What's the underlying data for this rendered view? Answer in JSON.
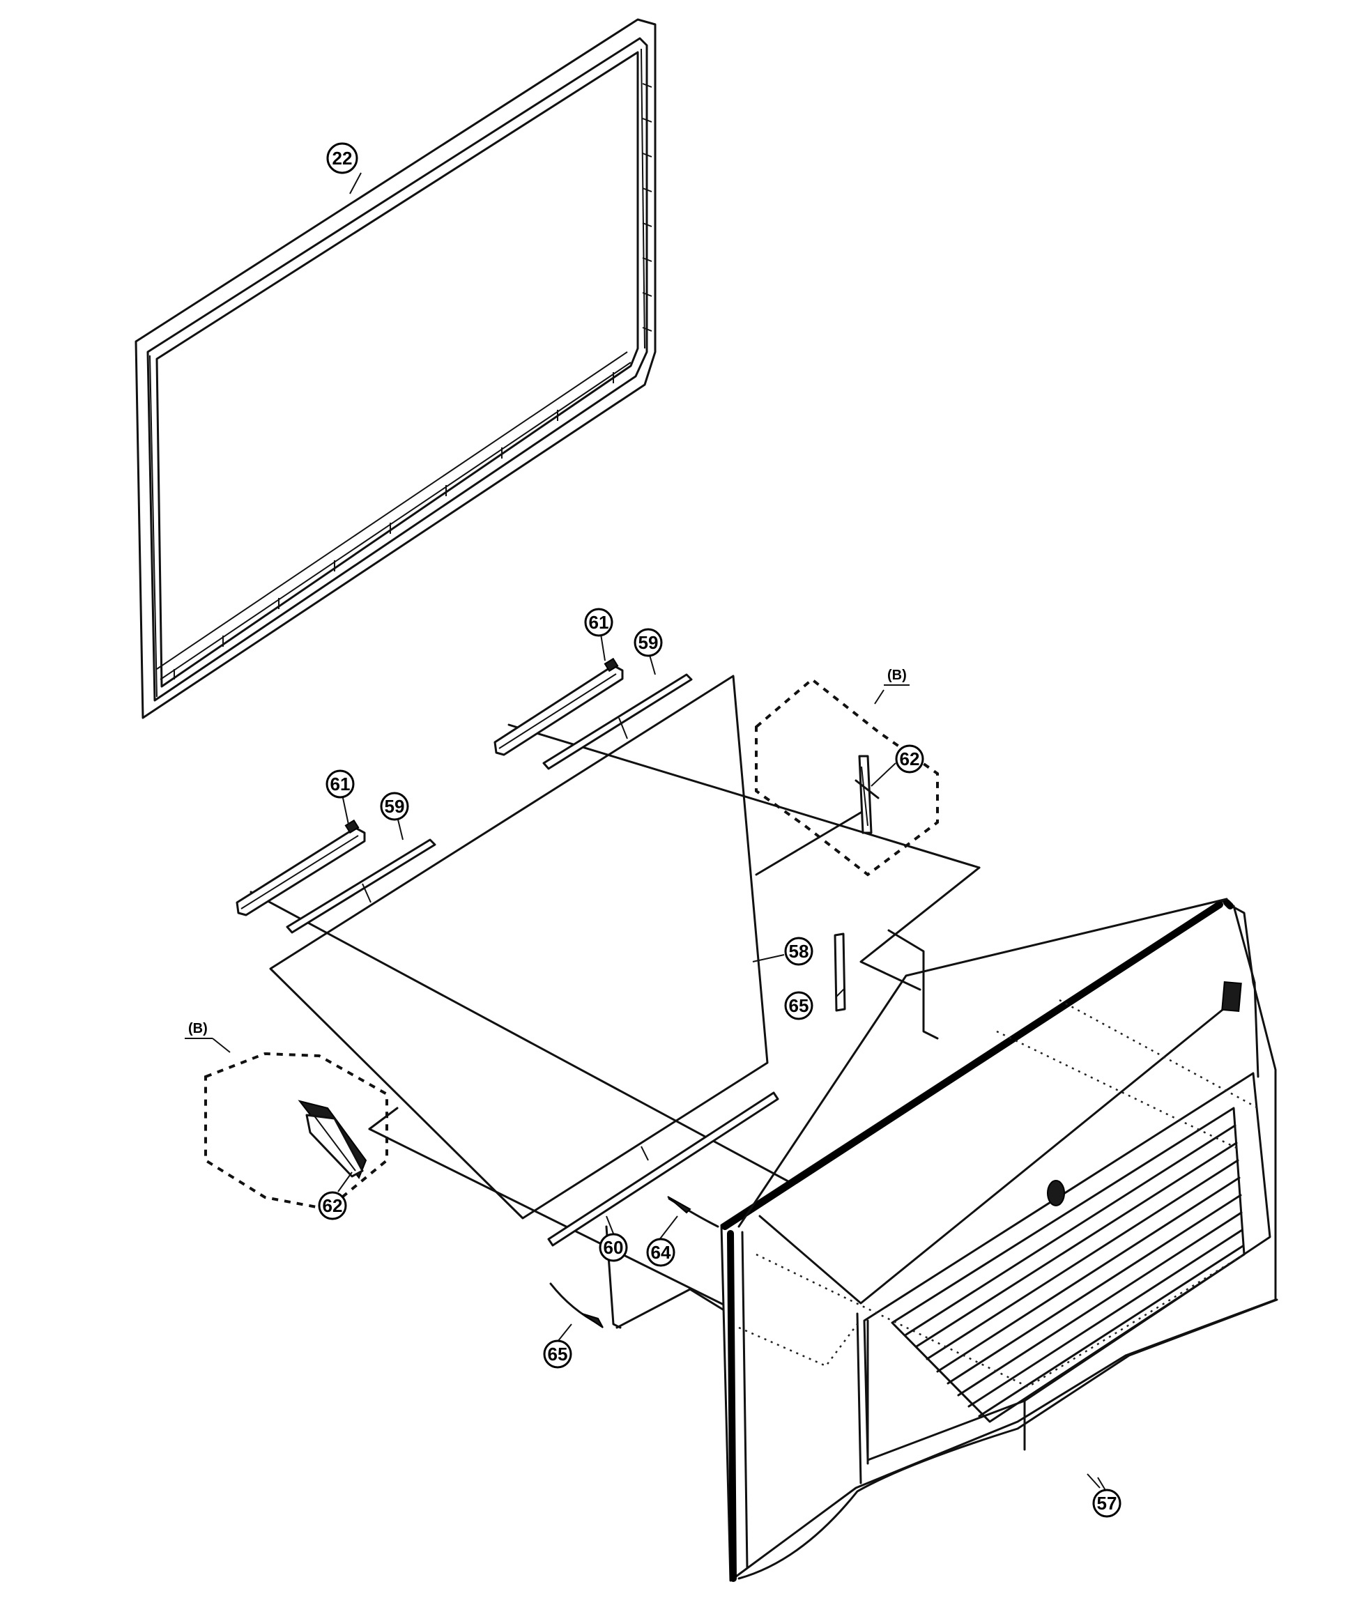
{
  "callouts": [
    {
      "id": "c22",
      "label": "22"
    },
    {
      "id": "c61a",
      "label": "61"
    },
    {
      "id": "c59a",
      "label": "59"
    },
    {
      "id": "c61b",
      "label": "61"
    },
    {
      "id": "c59b",
      "label": "59"
    },
    {
      "id": "c62a",
      "label": "62"
    },
    {
      "id": "c58",
      "label": "58"
    },
    {
      "id": "c65a",
      "label": "65"
    },
    {
      "id": "c62b",
      "label": "62"
    },
    {
      "id": "c60",
      "label": "60"
    },
    {
      "id": "c64",
      "label": "64"
    },
    {
      "id": "c65b",
      "label": "65"
    },
    {
      "id": "c57",
      "label": "57"
    }
  ],
  "detail_labels": {
    "detail_b_right": "(B)",
    "detail_b_left": "(B)"
  }
}
